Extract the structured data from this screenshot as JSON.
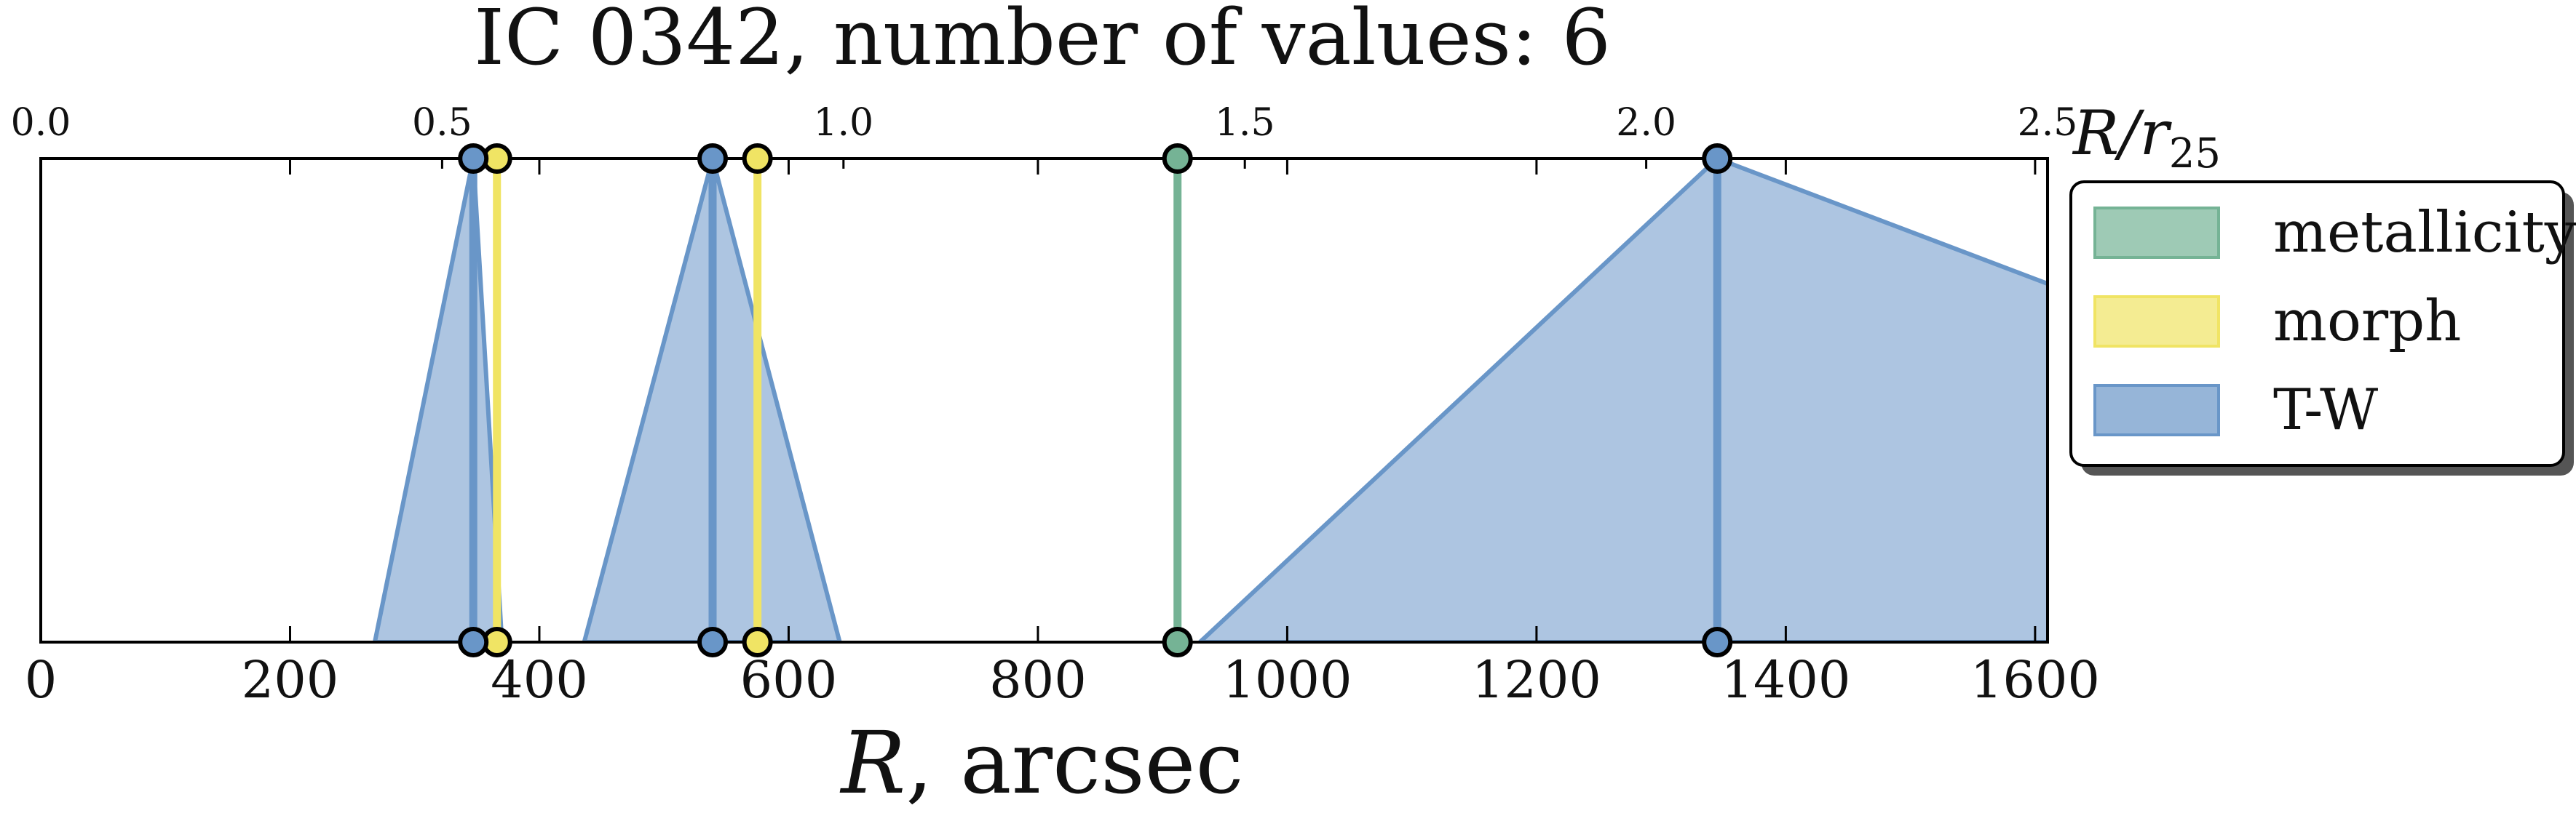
{
  "chart_data": {
    "type": "area",
    "title": "IC 0342, number of values: 6",
    "xlabel_main": "R",
    "xlabel_unit": ", arcsec",
    "top_axis_label_base": "R/r",
    "top_axis_label_sub": "25",
    "xlim": [
      0,
      1610
    ],
    "xticks": [
      0,
      200,
      400,
      600,
      800,
      1000,
      1200,
      1400,
      1600
    ],
    "top_xlim": [
      0.0,
      2.5
    ],
    "top_xticks": [
      "0.0",
      "0.5",
      "1.0",
      "1.5",
      "2.0",
      "2.5"
    ],
    "ylim": [
      0,
      1
    ],
    "grid": false,
    "legend_placement": "outside-right",
    "series": [
      {
        "name": "metallicity",
        "color": "#75b395",
        "lines": [
          912
        ]
      },
      {
        "name": "morph",
        "color": "#f0e464",
        "lines": [
          366,
          575
        ]
      },
      {
        "name": "T-W",
        "color": "#6996c8",
        "lines": [
          347,
          539,
          1345
        ],
        "triangles": [
          {
            "left": 268,
            "peak": 347,
            "right": 370
          },
          {
            "left": 436,
            "peak": 539,
            "right": 641
          },
          {
            "left": 930,
            "peak": 1345,
            "right_at_edge_fraction": 0.74
          }
        ]
      }
    ]
  }
}
